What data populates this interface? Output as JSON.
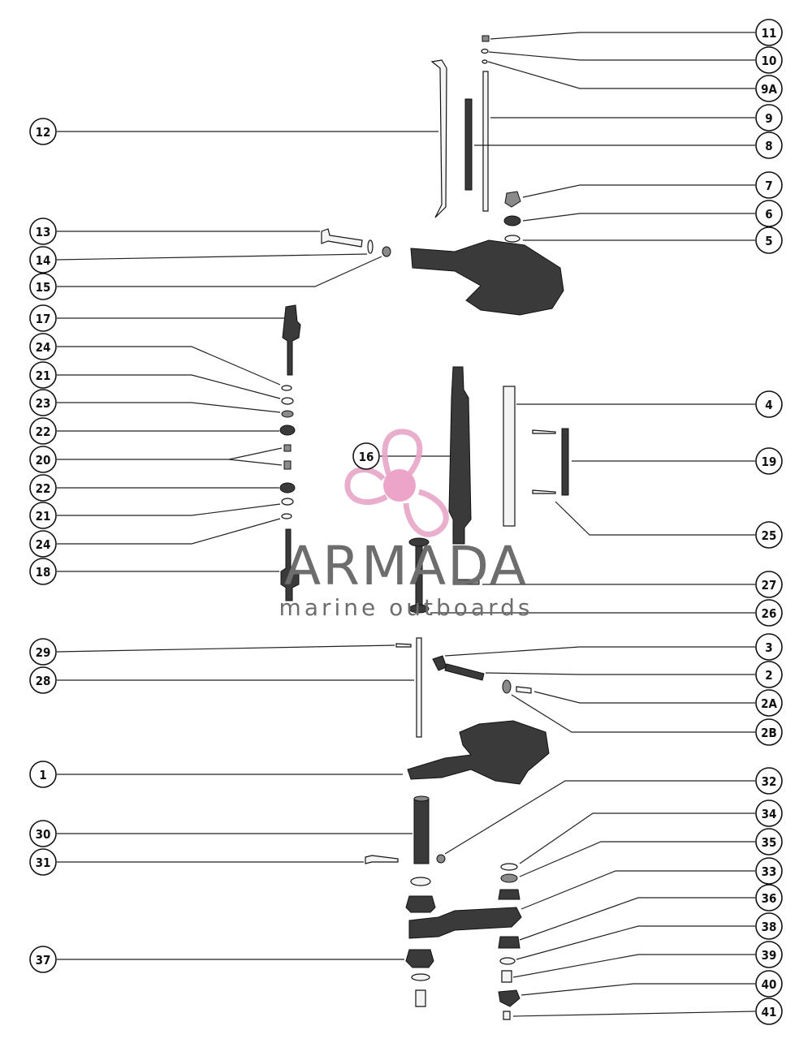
{
  "callouts": [
    {
      "id": "c11",
      "label": "11"
    },
    {
      "id": "c10",
      "label": "10"
    },
    {
      "id": "c9a",
      "label": "9A"
    },
    {
      "id": "c9",
      "label": "9"
    },
    {
      "id": "c8",
      "label": "8"
    },
    {
      "id": "c7",
      "label": "7"
    },
    {
      "id": "c6",
      "label": "6"
    },
    {
      "id": "c5",
      "label": "5"
    },
    {
      "id": "c12",
      "label": "12"
    },
    {
      "id": "c13",
      "label": "13"
    },
    {
      "id": "c14",
      "label": "14"
    },
    {
      "id": "c15",
      "label": "15"
    },
    {
      "id": "c17",
      "label": "17"
    },
    {
      "id": "c24a",
      "label": "24"
    },
    {
      "id": "c21a",
      "label": "21"
    },
    {
      "id": "c23",
      "label": "23"
    },
    {
      "id": "c22a",
      "label": "22"
    },
    {
      "id": "c20",
      "label": "20"
    },
    {
      "id": "c22b",
      "label": "22"
    },
    {
      "id": "c21b",
      "label": "21"
    },
    {
      "id": "c24b",
      "label": "24"
    },
    {
      "id": "c18",
      "label": "18"
    },
    {
      "id": "c16",
      "label": "16"
    },
    {
      "id": "c4",
      "label": "4"
    },
    {
      "id": "c19",
      "label": "19"
    },
    {
      "id": "c25",
      "label": "25"
    },
    {
      "id": "c27",
      "label": "27"
    },
    {
      "id": "c26",
      "label": "26"
    },
    {
      "id": "c29",
      "label": "29"
    },
    {
      "id": "c28",
      "label": "28"
    },
    {
      "id": "c3",
      "label": "3"
    },
    {
      "id": "c2",
      "label": "2"
    },
    {
      "id": "c2a",
      "label": "2A"
    },
    {
      "id": "c2b",
      "label": "2B"
    },
    {
      "id": "c1",
      "label": "1"
    },
    {
      "id": "c32",
      "label": "32"
    },
    {
      "id": "c34",
      "label": "34"
    },
    {
      "id": "c35",
      "label": "35"
    },
    {
      "id": "c30",
      "label": "30"
    },
    {
      "id": "c33",
      "label": "33"
    },
    {
      "id": "c31",
      "label": "31"
    },
    {
      "id": "c36",
      "label": "36"
    },
    {
      "id": "c38",
      "label": "38"
    },
    {
      "id": "c37",
      "label": "37"
    },
    {
      "id": "c39",
      "label": "39"
    },
    {
      "id": "c40",
      "label": "40"
    },
    {
      "id": "c41",
      "label": "41"
    }
  ],
  "watermark": {
    "brand": "ARMADA",
    "tagline": "marine outboards",
    "logo_color": "#e8a6c8",
    "logo_hub_color": "#ea9bc4",
    "logo_icon": "propeller-icon"
  },
  "colors": {
    "ink": "#111111",
    "part_dark": "#3a3a3a",
    "watermark_text": "#6d6d6d"
  }
}
